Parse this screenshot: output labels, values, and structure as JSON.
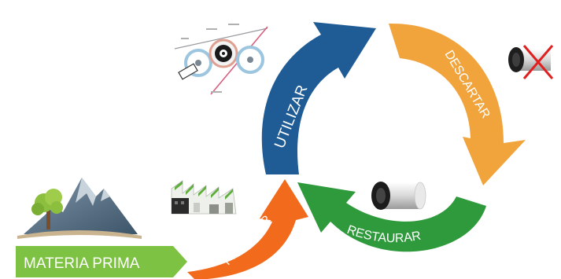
{
  "steps": {
    "utilizar": {
      "label": "UTILIZAR",
      "color": "#1f5c95"
    },
    "descartar": {
      "label": "DESCARTAR",
      "color": "#f2a43c"
    },
    "restaurar": {
      "label": "RESTAURAR",
      "color": "#2f9a3b"
    },
    "producir": {
      "label": "PRODUCIR",
      "color": "#f26a1b"
    }
  },
  "banner": {
    "label": "MATERIA PRIMA",
    "color": "#7dc242"
  },
  "icons": {
    "mountain": "mountain-with-tree-icon",
    "factory": "factory-icon",
    "machine": "roller-machine-diagram-icon",
    "roller_discard": "discarded-roller-icon",
    "discard_mark": "red-cross-icon",
    "roller_restored": "restored-roller-icon"
  }
}
